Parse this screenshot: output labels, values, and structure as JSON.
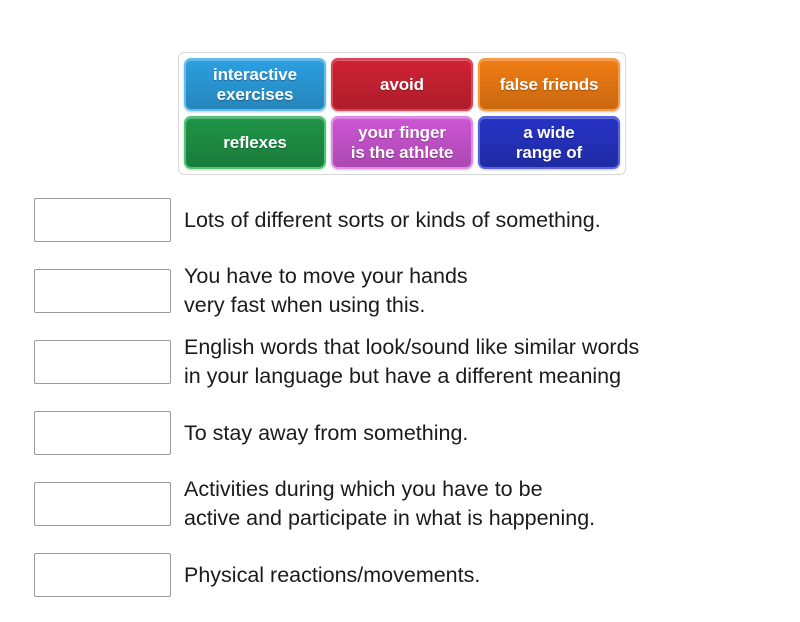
{
  "tile_bank": {
    "name": "word-tile-bank",
    "rows": [
      [
        {
          "label": "interactive\nexercises",
          "color": "#2c9fe0",
          "border_color": "#62bdee",
          "name": "tile-interactive-exercises"
        },
        {
          "label": "avoid",
          "color": "#cf2233",
          "border_color": "#e04554",
          "name": "tile-avoid"
        },
        {
          "label": "false friends",
          "color": "#f07c13",
          "border_color": "#f79a44",
          "name": "tile-false-friends"
        }
      ],
      [
        {
          "label": "reflexes",
          "color": "#1f9447",
          "border_color": "#4ec476",
          "name": "tile-reflexes"
        },
        {
          "label": "your finger\nis the athlete",
          "color": "#cd56d4",
          "border_color": "#e08ce6",
          "name": "tile-your-finger-is-the-athlete"
        },
        {
          "label": "a wide\nrange of",
          "color": "#2633c4",
          "border_color": "#5663e0",
          "name": "tile-a-wide-range-of"
        }
      ]
    ]
  },
  "definitions": [
    {
      "text": "Lots of different sorts or kinds of something.",
      "answer": "",
      "name": "definition-row-1"
    },
    {
      "text": "You have to move your hands\nvery fast when using this.",
      "answer": "",
      "name": "definition-row-2"
    },
    {
      "text": "English words that look/sound like similar words\nin your language but have a different meaning",
      "answer": "",
      "name": "definition-row-3"
    },
    {
      "text": "To stay away from something.",
      "answer": "",
      "name": "definition-row-4"
    },
    {
      "text": "Activities during which you have to be\nactive and participate in what is happening.",
      "answer": "",
      "name": "definition-row-5"
    },
    {
      "text": "Physical reactions/movements.",
      "answer": "",
      "name": "definition-row-6"
    }
  ],
  "colors": {
    "page_background": "#ffffff",
    "bank_border": "#d8d8d8",
    "drop_box_border": "#9b9b9b",
    "text": "#1b1b1b"
  }
}
